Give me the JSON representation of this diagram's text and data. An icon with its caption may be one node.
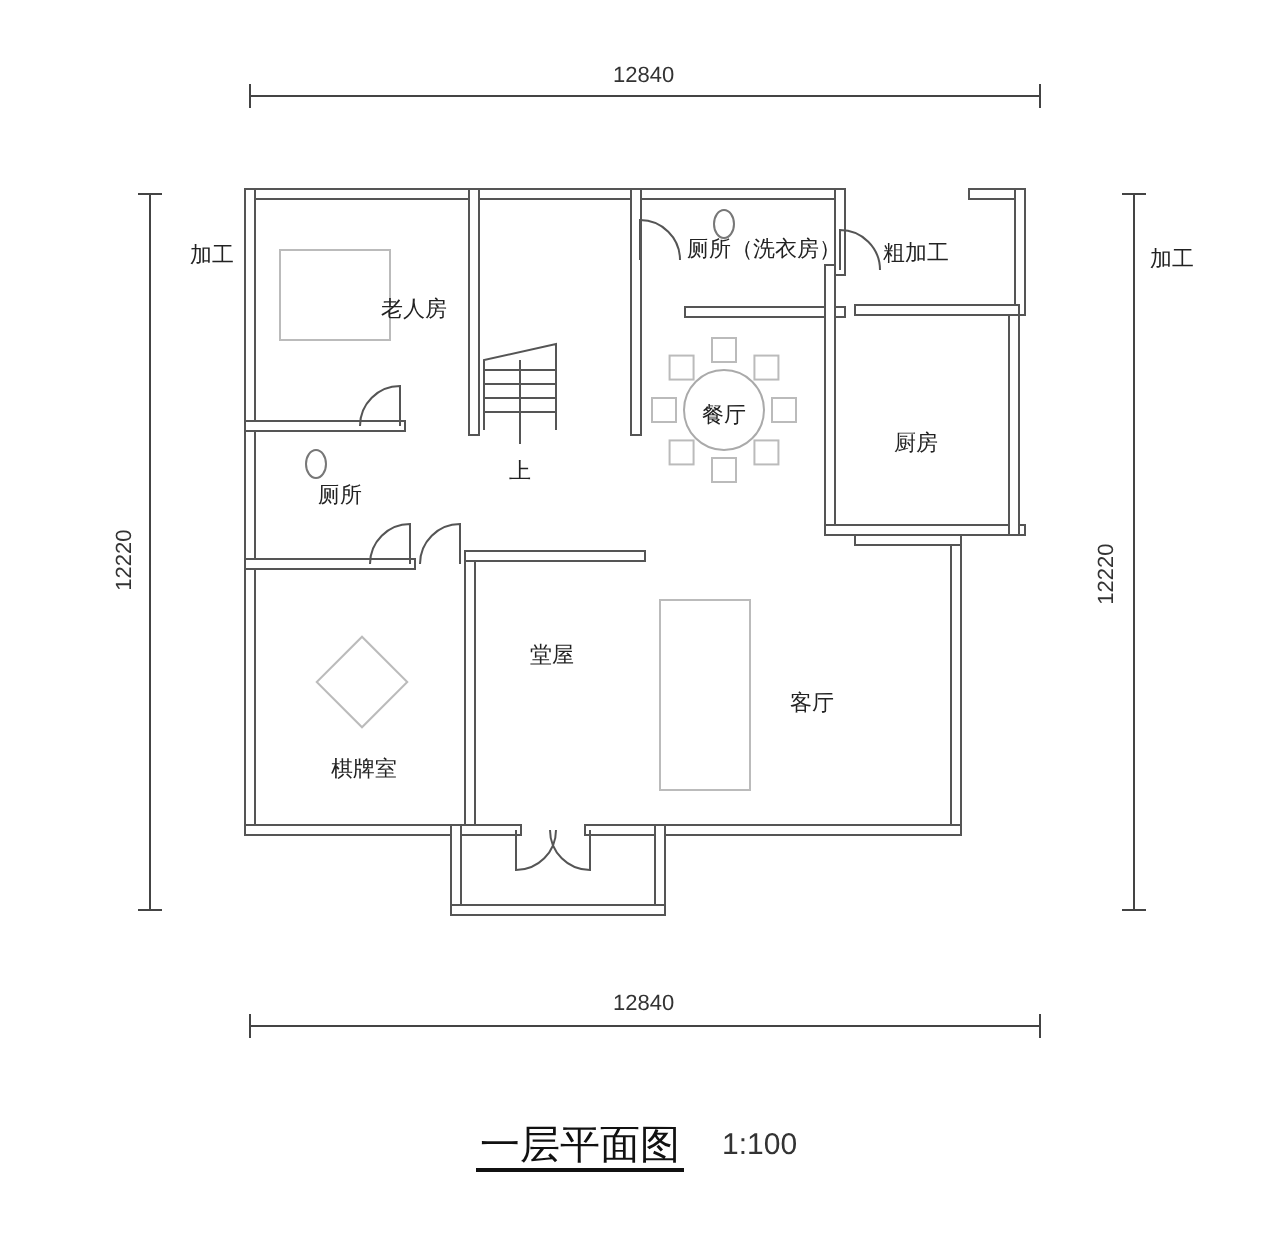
{
  "diagram": {
    "title": "一层平面图",
    "labels": [
      "12840",
      "加工",
      "老人房",
      "厕所（洗衣房）",
      "粗加工",
      "加工",
      "餐厅",
      "厨房",
      "上",
      "厕所",
      "12220",
      "12220",
      "堂屋",
      "客厅",
      "棋牌室",
      "12840",
      "1:100"
    ]
  }
}
